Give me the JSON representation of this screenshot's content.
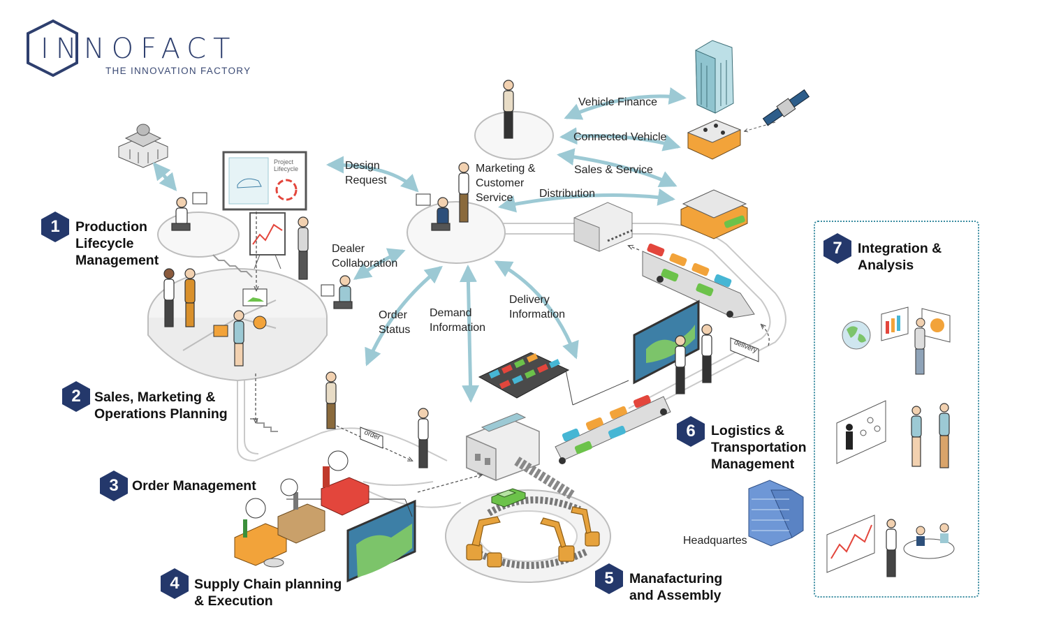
{
  "logo": {
    "wordmark": "INNOFACT",
    "tagline": "THE INNOVATION FACTORY"
  },
  "sections": [
    {
      "number": "1",
      "label": "Production\nLifecycle\nManagement"
    },
    {
      "number": "2",
      "label": "Sales, Marketing &\nOperations Planning"
    },
    {
      "number": "3",
      "label": "Order Management"
    },
    {
      "number": "4",
      "label": "Supply Chain planning\n& Execution"
    },
    {
      "number": "5",
      "label": "Manafacturing\nand Assembly"
    },
    {
      "number": "6",
      "label": "Logistics &\nTransportation\nManagement"
    },
    {
      "number": "7",
      "label": "Integration &\nAnalysis"
    }
  ],
  "flows": {
    "vehicle_finance": "Vehicle Finance",
    "connected_vehicle": "Connected Vehicle",
    "sales_service": "Sales & Service",
    "distribution": "Distribution",
    "design_request": "Design\nRequest",
    "marketing_customer_service": "Marketing &\nCustomer\nService",
    "dealer_collaboration": "Dealer\nCollaboration",
    "order_status": "Order\nStatus",
    "demand_information": "Demand\nInformation",
    "delivery_information": "Delivery\nInformation",
    "headquartes": "Headquartes"
  },
  "sign_labels": {
    "project_lifecycle": "Project\nLifecycle",
    "order_tag": "order",
    "delivery_tag": "delivery"
  },
  "colors": {
    "brand_navy": "#2e3f6e",
    "badge": "#24386b",
    "flow_arrow": "#9cc9d4",
    "panel_border": "#3a8ca0"
  },
  "icons": [
    "satellite-icon",
    "globe-icon",
    "government-building-icon",
    "robot-arm-icon",
    "car-icon",
    "truck-icon"
  ]
}
